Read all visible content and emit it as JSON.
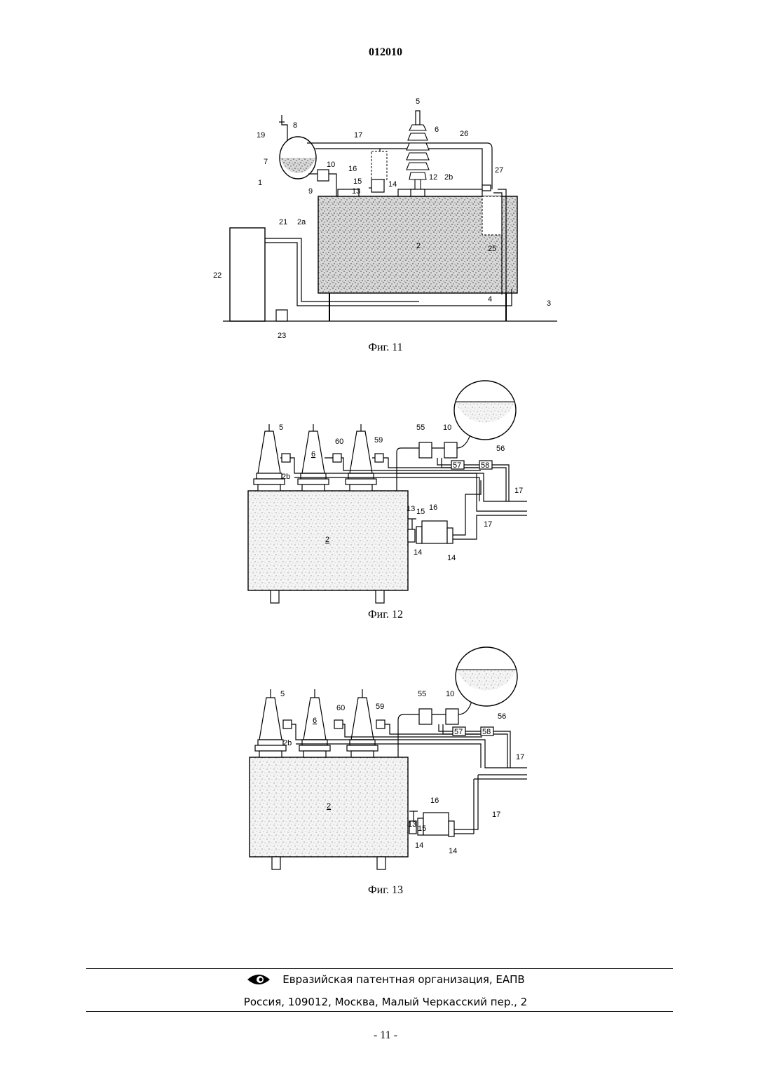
{
  "header": {
    "doc_number": "012010"
  },
  "figures": [
    {
      "caption": "Фиг. 11",
      "labels": [
        "5",
        "6",
        "8",
        "17",
        "26",
        "19",
        "7",
        "10",
        "16",
        "15",
        "14",
        "13",
        "12",
        "2b",
        "27",
        "9",
        "1",
        "2a",
        "21",
        "2",
        "25",
        "22",
        "4",
        "3",
        "23"
      ]
    },
    {
      "caption": "Фиг. 12",
      "labels": [
        "5",
        "6",
        "60",
        "59",
        "55",
        "10",
        "56",
        "57",
        "58",
        "17",
        "2b",
        "13",
        "15",
        "16",
        "17",
        "2",
        "14",
        "14"
      ]
    },
    {
      "caption": "Фиг. 13",
      "labels": [
        "5",
        "6",
        "60",
        "59",
        "55",
        "10",
        "56",
        "57",
        "58",
        "17",
        "2b",
        "2",
        "17",
        "13",
        "15",
        "16",
        "14",
        "14"
      ]
    }
  ],
  "footer": {
    "organization": "Евразийская патентная организация, ЕАПВ",
    "address": "Россия, 109012, Москва, Малый Черкасский пер., 2",
    "logo_icon": "eapo-eye-logo-icon"
  },
  "page_number": "- 11 -"
}
